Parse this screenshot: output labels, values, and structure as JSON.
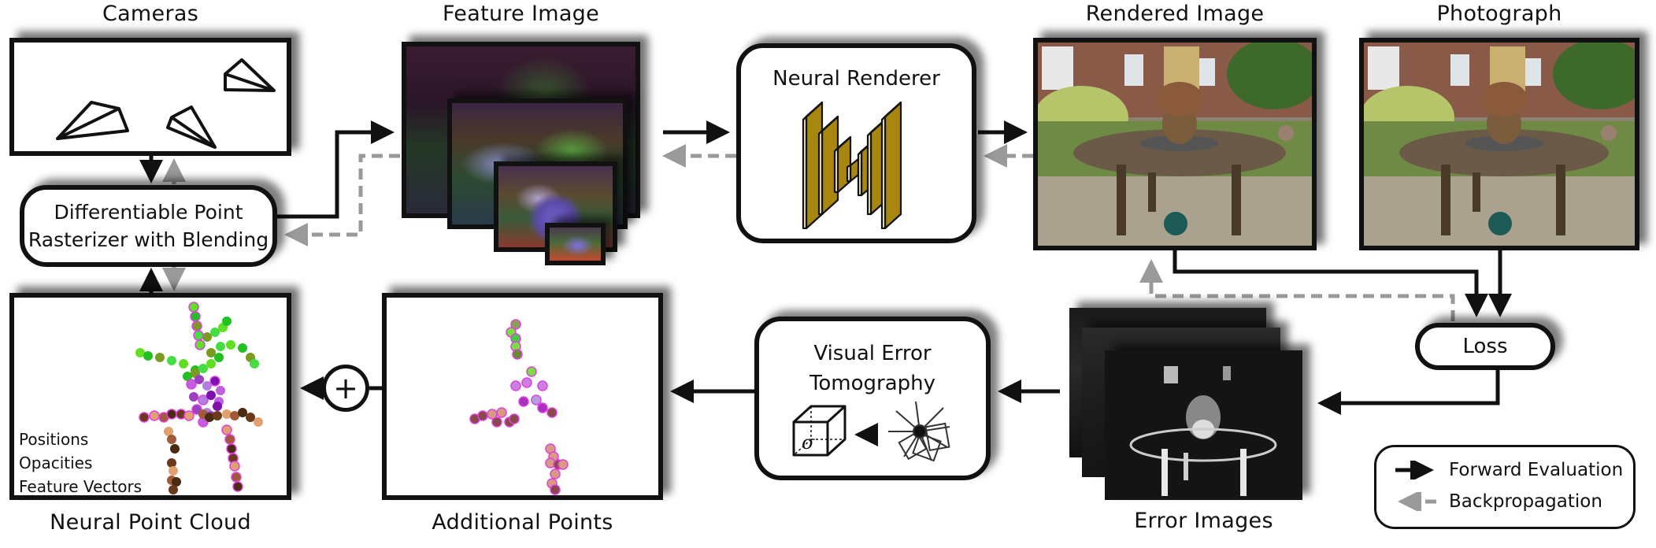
{
  "titles": {
    "cameras": "Cameras",
    "feature_image": "Feature Image",
    "rendered_image": "Rendered Image",
    "photograph": "Photograph",
    "neural_point_cloud": "Neural Point Cloud",
    "additional_points": "Additional Points",
    "error_images": "Error Images"
  },
  "nodes": {
    "rasterizer": [
      "Differentiable Point",
      "Rasterizer with Blending"
    ],
    "neural_renderer": "Neural Renderer",
    "visual_error_tomography": [
      "Visual Error",
      "Tomography"
    ],
    "loss": "Loss",
    "plus_symbol": "+",
    "sigma_symbol": "σ"
  },
  "point_cloud_attributes": [
    "Positions",
    "Opacities",
    "Feature Vectors"
  ],
  "legend": {
    "forward": "Forward Evaluation",
    "backward": "Backpropagation"
  },
  "colors": {
    "forward_arrow": "#111111",
    "backprop_arrow": "#9a9a9a",
    "network_layer": "#a8870f",
    "network_edge": "#f6edb4"
  },
  "icons": {
    "cameras": [
      "camera-frustum-icon",
      "camera-frustum-icon",
      "camera-frustum-icon"
    ],
    "network": "unet-icon",
    "voxel": "voxel-cube-icon",
    "projections": "ray-projections-icon"
  }
}
